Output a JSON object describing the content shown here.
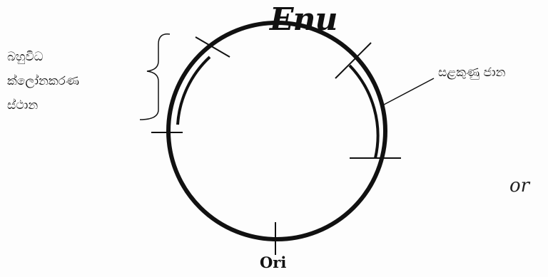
{
  "title": "Enu",
  "origin_label": "Ori",
  "left_label": {
    "line1": "බහුවිධ",
    "line2": "ක්ලෝනකරණ",
    "line3": "ස්ථාන"
  },
  "right_label": "සළකුණු ජාන",
  "margin_mark": "or",
  "colors": {
    "ink": "#111111",
    "paper": "#fdfdfd"
  }
}
